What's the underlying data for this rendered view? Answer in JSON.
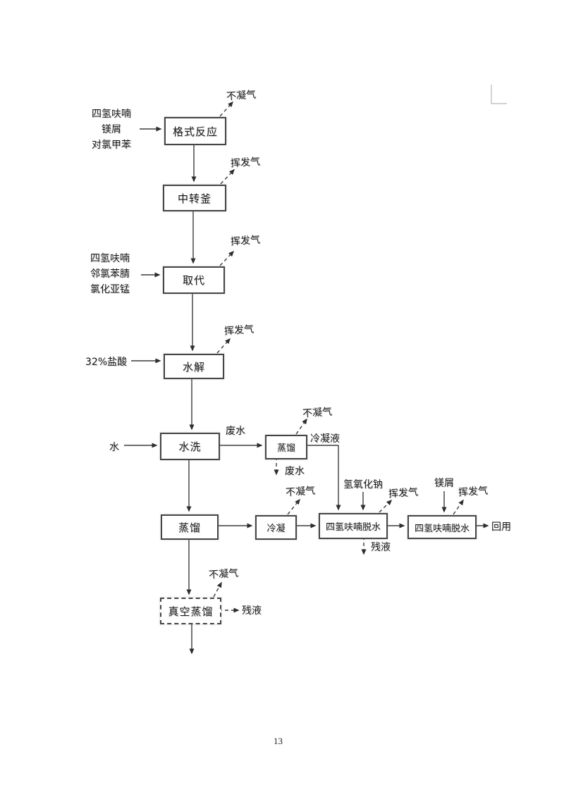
{
  "page": {
    "number": "13"
  },
  "colors": {
    "ink": "#1a1a1a",
    "line": "#3c3c3c",
    "corner_mark": "#b8b8b8"
  },
  "flowchart": {
    "process_boxes": [
      {
        "id": "grignard-reaction",
        "label": "格式反应"
      },
      {
        "id": "transfer-kettle",
        "label": "中转釜"
      },
      {
        "id": "substitution",
        "label": "取代"
      },
      {
        "id": "hydrolysis",
        "label": "水解"
      },
      {
        "id": "water-washing",
        "label": "水洗"
      },
      {
        "id": "distillation-a",
        "label": "蒸馏"
      },
      {
        "id": "distillation-b",
        "label": "蒸馏"
      },
      {
        "id": "condensation",
        "label": "冷凝"
      },
      {
        "id": "thf-dehydration-1",
        "label": "四氢呋喃脱水"
      },
      {
        "id": "thf-dehydration-2",
        "label": "四氢呋喃脱水"
      },
      {
        "id": "vacuum-distillation",
        "label": "真空蒸馏"
      }
    ],
    "input_blocks": [
      {
        "lines": [
          "四氢呋喃",
          "镁屑",
          "对氯甲苯"
        ]
      },
      {
        "lines": [
          "四氢呋喃",
          "邻氯苯腈",
          "氯化亚锰"
        ]
      },
      {
        "label": "32%盐酸"
      },
      {
        "label": "水"
      }
    ],
    "stream_labels": [
      {
        "id": "noncondensable-gas-1",
        "text": "不凝气"
      },
      {
        "id": "volatile-gas-1",
        "text": "挥发气"
      },
      {
        "id": "volatile-gas-2",
        "text": "挥发气"
      },
      {
        "id": "volatile-gas-3",
        "text": "挥发气"
      },
      {
        "id": "noncondensable-gas-2",
        "text": "不凝气"
      },
      {
        "id": "wastewater-1",
        "text": "废水"
      },
      {
        "id": "condensate",
        "text": "冷凝液"
      },
      {
        "id": "wastewater-2",
        "text": "废水"
      },
      {
        "id": "noncondensable-gas-3",
        "text": "不凝气"
      },
      {
        "id": "sodium-hydroxide",
        "text": "氢氧化钠"
      },
      {
        "id": "volatile-gas-4",
        "text": "挥发气"
      },
      {
        "id": "magnesium-shavings",
        "text": "镁屑"
      },
      {
        "id": "volatile-gas-5",
        "text": "挥发气"
      },
      {
        "id": "reuse",
        "text": "回用"
      },
      {
        "id": "residual-liquid-1",
        "text": "残液"
      },
      {
        "id": "noncondensable-gas-4",
        "text": "不凝气"
      },
      {
        "id": "residual-liquid-2",
        "text": "残液"
      }
    ]
  }
}
